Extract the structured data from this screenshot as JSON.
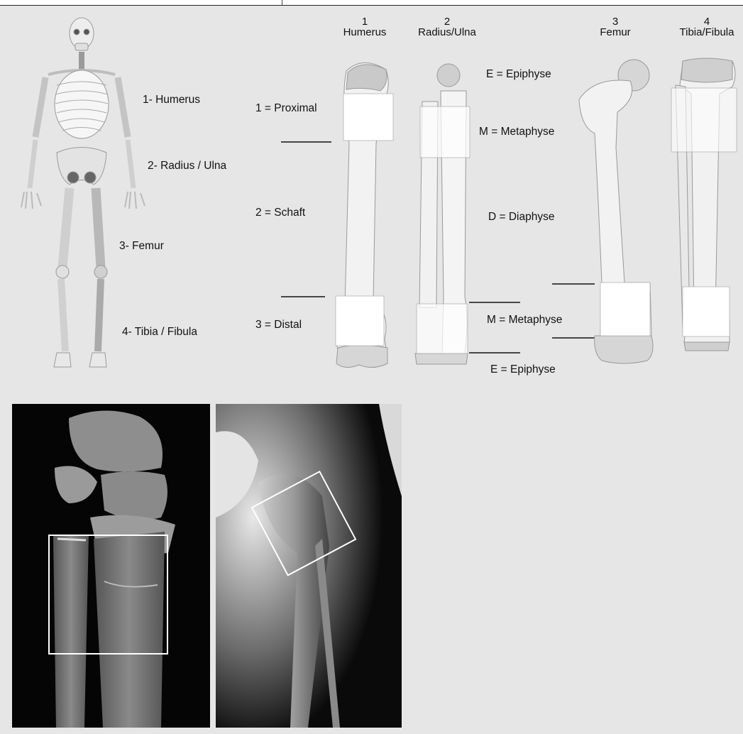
{
  "skeleton_labels": {
    "humerus": "1- Humerus",
    "radius_ulna": "2- Radius / Ulna",
    "femur": "3- Femur",
    "tibia_fibula": "4- Tibia / Fibula"
  },
  "bone_headers": [
    {
      "number": "1",
      "name": "Humerus"
    },
    {
      "number": "2",
      "name": "Radius/Ulna"
    },
    {
      "number": "3",
      "name": "Femur"
    },
    {
      "number": "4",
      "name": "Tibia/Fibula"
    }
  ],
  "segments": {
    "proximal": "1 = Proximal",
    "shaft": "2 =  Schaft",
    "distal": "3 = Distal"
  },
  "zones": {
    "epiphysis_top": "E = Epiphyse",
    "metaphysis_top": "M = Metaphyse",
    "diaphysis": "D = Diaphyse",
    "metaphysis_bottom": "M = Metaphyse",
    "epiphysis_bottom": "E = Epiphyse"
  },
  "colors": {
    "background": "#e6e6e6",
    "bone_fill": "#f2f2f2",
    "bone_shade": "#cfcfcf",
    "highlight_box": "#ffffff",
    "xray_background": "#000000"
  }
}
